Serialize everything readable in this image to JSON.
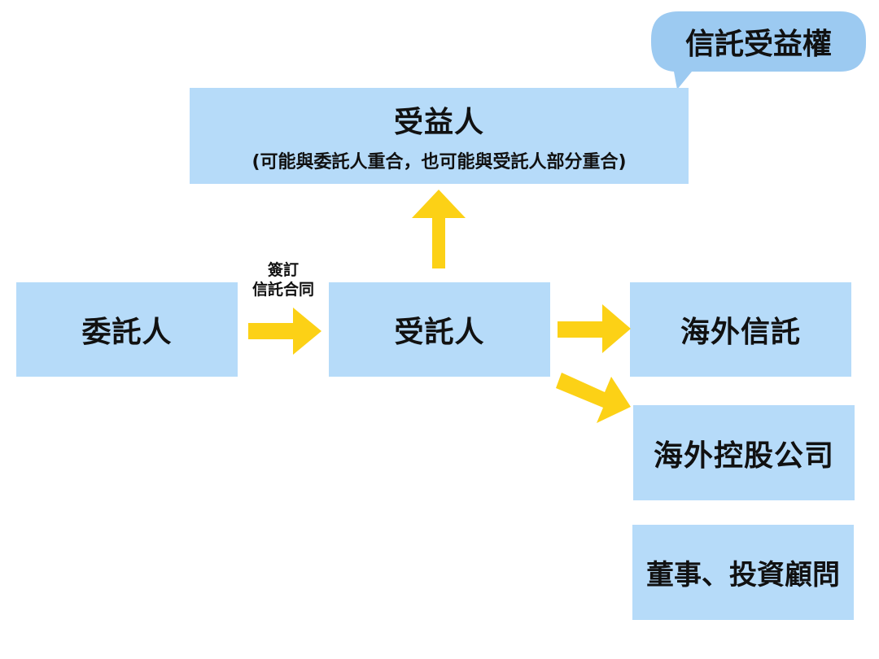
{
  "bubble": {
    "label": "信託受益權"
  },
  "nodes": {
    "beneficiary": {
      "title": "受益人",
      "subtitle": "(可能與委託人重合，也可能與受託人部分重合)"
    },
    "settlor": {
      "title": "委託人"
    },
    "trustee": {
      "title": "受託人"
    },
    "offshore_trust": {
      "title": "海外信託"
    },
    "holding_company": {
      "title": "海外控股公司"
    },
    "directors": {
      "title": "董事、投資顧問"
    }
  },
  "edges": {
    "contract_label_line1": "簽訂",
    "contract_label_line2": "信託合同"
  },
  "colors": {
    "box_fill": "#b6dbf9",
    "bubble_fill": "#9ccaf1",
    "arrow_fill": "#fcd116"
  }
}
